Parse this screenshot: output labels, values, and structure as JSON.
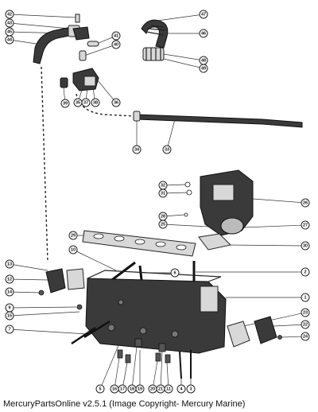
{
  "caption": "MercuryPartsOnline v2.5.1 (Image Copyright- Mercury Marine)",
  "callouts": [
    "47",
    "42",
    "43",
    "45",
    "44",
    "41",
    "40",
    "46",
    "48",
    "49",
    "39",
    "35",
    "37",
    "38",
    "36",
    "34",
    "33",
    "32",
    "31",
    "26",
    "28",
    "25",
    "27",
    "30",
    "29",
    "10",
    "6",
    "2",
    "13",
    "12",
    "14",
    "9",
    "15",
    "7",
    "1",
    "23",
    "22",
    "24",
    "3",
    "5",
    "16",
    "17",
    "18",
    "19",
    "20",
    "21",
    "11",
    "4"
  ]
}
